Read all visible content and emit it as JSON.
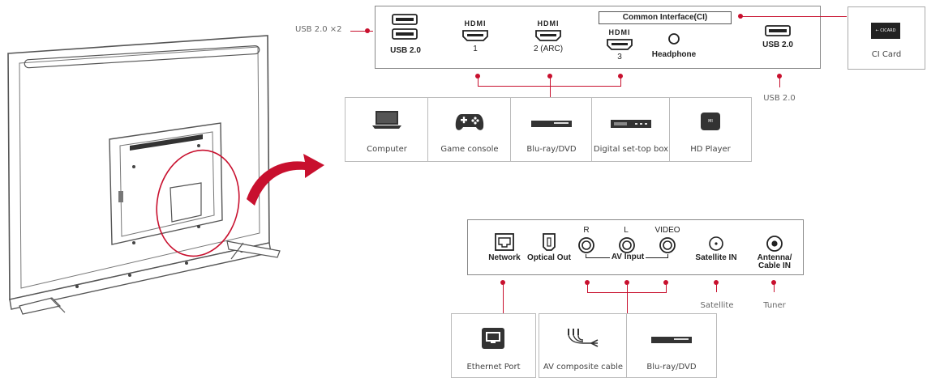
{
  "top_panel": {
    "ports": {
      "usb_left": "USB 2.0",
      "hdmi1": "HDMI",
      "hdmi1_num": "1",
      "hdmi2": "HDMI",
      "hdmi2_num": "2 (ARC)",
      "hdmi3": "HDMI",
      "hdmi3_num": "3",
      "headphone": "Headphone",
      "usb_right": "USB 2.0",
      "ci": "Common Interface(CI)"
    },
    "usb_left_callout": "USB 2.0 ×2",
    "usb_right_callout": "USB 2.0",
    "ci_card_label": "CI Card",
    "ci_card_text": "← CICARD"
  },
  "hdmi_devices": [
    {
      "label": "Computer",
      "icon": "laptop-icon"
    },
    {
      "label": "Game console",
      "icon": "gamepad-icon"
    },
    {
      "label": "Blu-ray/DVD",
      "icon": "bluray-icon"
    },
    {
      "label": "Digital set-top box",
      "icon": "settop-box-icon"
    },
    {
      "label": "HD Player",
      "icon": "hd-player-icon"
    }
  ],
  "hd_player_mark": "MI",
  "bottom_panel": {
    "ports": {
      "network": "Network",
      "optical": "Optical Out",
      "r": "R",
      "l": "L",
      "video": "VIDEO",
      "av_input": "AV Input",
      "satellite": "Satellite IN",
      "antenna_line1": "Antenna/",
      "antenna_line2": "Cable IN"
    },
    "satellite_callout": "Satellite",
    "tuner_callout": "Tuner"
  },
  "bottom_devices": [
    {
      "label": "Ethernet Port",
      "icon": "ethernet-port-icon"
    },
    {
      "label": "AV composite cable",
      "icon": "av-cable-icon"
    },
    {
      "label": "Blu-ray/DVD",
      "icon": "bluray-icon"
    }
  ],
  "colors": {
    "accent": "#c8102e",
    "border": "#888888",
    "text": "#222222"
  }
}
